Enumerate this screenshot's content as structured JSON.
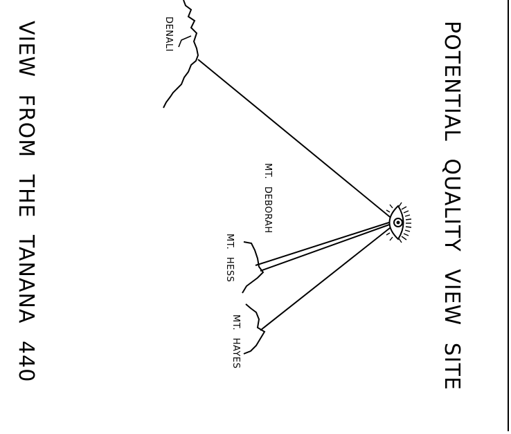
{
  "title": "POTENTIAL QUALITY VIEW SITE",
  "subtitle": "VIEW FROM THE TANANA 440",
  "labels": {
    "denali": "DENALI",
    "deborah": "MT. DEBORAH",
    "hess": "MT. HESS",
    "hayes": "MT. HAYES"
  },
  "icons": {
    "viewer": "eye-icon"
  },
  "colors": {
    "ink": "#000000",
    "background": "#ffffff"
  }
}
